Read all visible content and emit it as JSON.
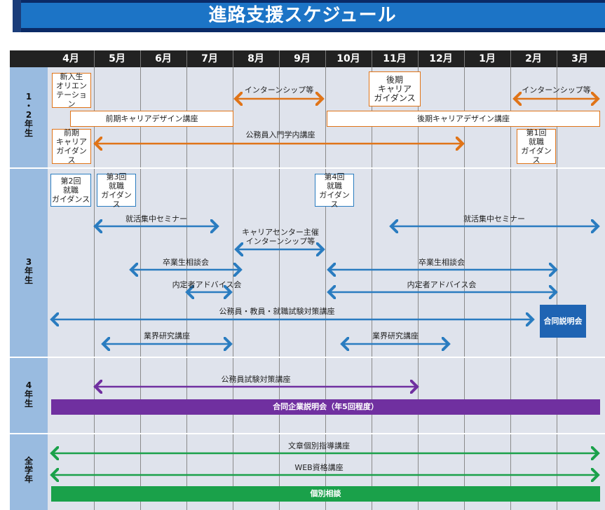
{
  "title": "進路支援スケジュール",
  "months": [
    "4月",
    "5月",
    "6月",
    "7月",
    "8月",
    "9月",
    "10月",
    "11月",
    "12月",
    "1月",
    "2月",
    "3月"
  ],
  "colors": {
    "orange": "#e07418",
    "blue": "#2a7cc0",
    "purple": "#7030a0",
    "green": "#1aa14a",
    "side": "#99bbe0",
    "navy": "#1f64b3"
  },
  "sections": [
    {
      "label": "1\n・\n2\n年\n生"
    },
    {
      "label": "3\n年\n生"
    },
    {
      "label": "4\n年\n生"
    },
    {
      "label": "全\n学\n年"
    }
  ],
  "boxes": {
    "orientation": "新入生\nオリエン\nテーション",
    "late_guidance": "後期\nキャリア\nガイダンス",
    "early_design": "前期キャリアデザイン講座",
    "late_design": "後期キャリアデザイン講座",
    "early_guidance": "前期\nキャリア\nガイダンス",
    "job_guidance_1": "第1回\n就職\nガイダンス",
    "job_guidance_2": "第2回\n就職\nガイダンス",
    "job_guidance_3": "第3回\n就職\nガイダンス",
    "job_guidance_4": "第4回\n就職\nガイダンス"
  },
  "arrows": {
    "internship_summer": "インターンシップ等",
    "internship_spring": "インターンシップ等",
    "civil_intro": "公務員入門学内講座",
    "seminar_spring": "就活集中セミナー",
    "seminar_winter": "就活集中セミナー",
    "career_center_internship": "キャリアセンター主催\nインターンシップ等",
    "alumni_1": "卒業生相談会",
    "alumni_2": "卒業生相談会",
    "offer_advice_1": "内定者アドバイス会",
    "offer_advice_2": "内定者アドバイス会",
    "civil_teacher_prep": "公務員・教員・就職試験対策講座",
    "industry_1": "業界研究講座",
    "industry_2": "業界研究講座",
    "civil_exam_prep": "公務員試験対策講座",
    "writing": "文章個別指導講座",
    "web_qual": "WEB資格講座"
  },
  "bands": {
    "joint_briefing": "合同説明会",
    "company_briefing": "合同企業説明会（年5回程度）",
    "counseling": "個別相談"
  }
}
